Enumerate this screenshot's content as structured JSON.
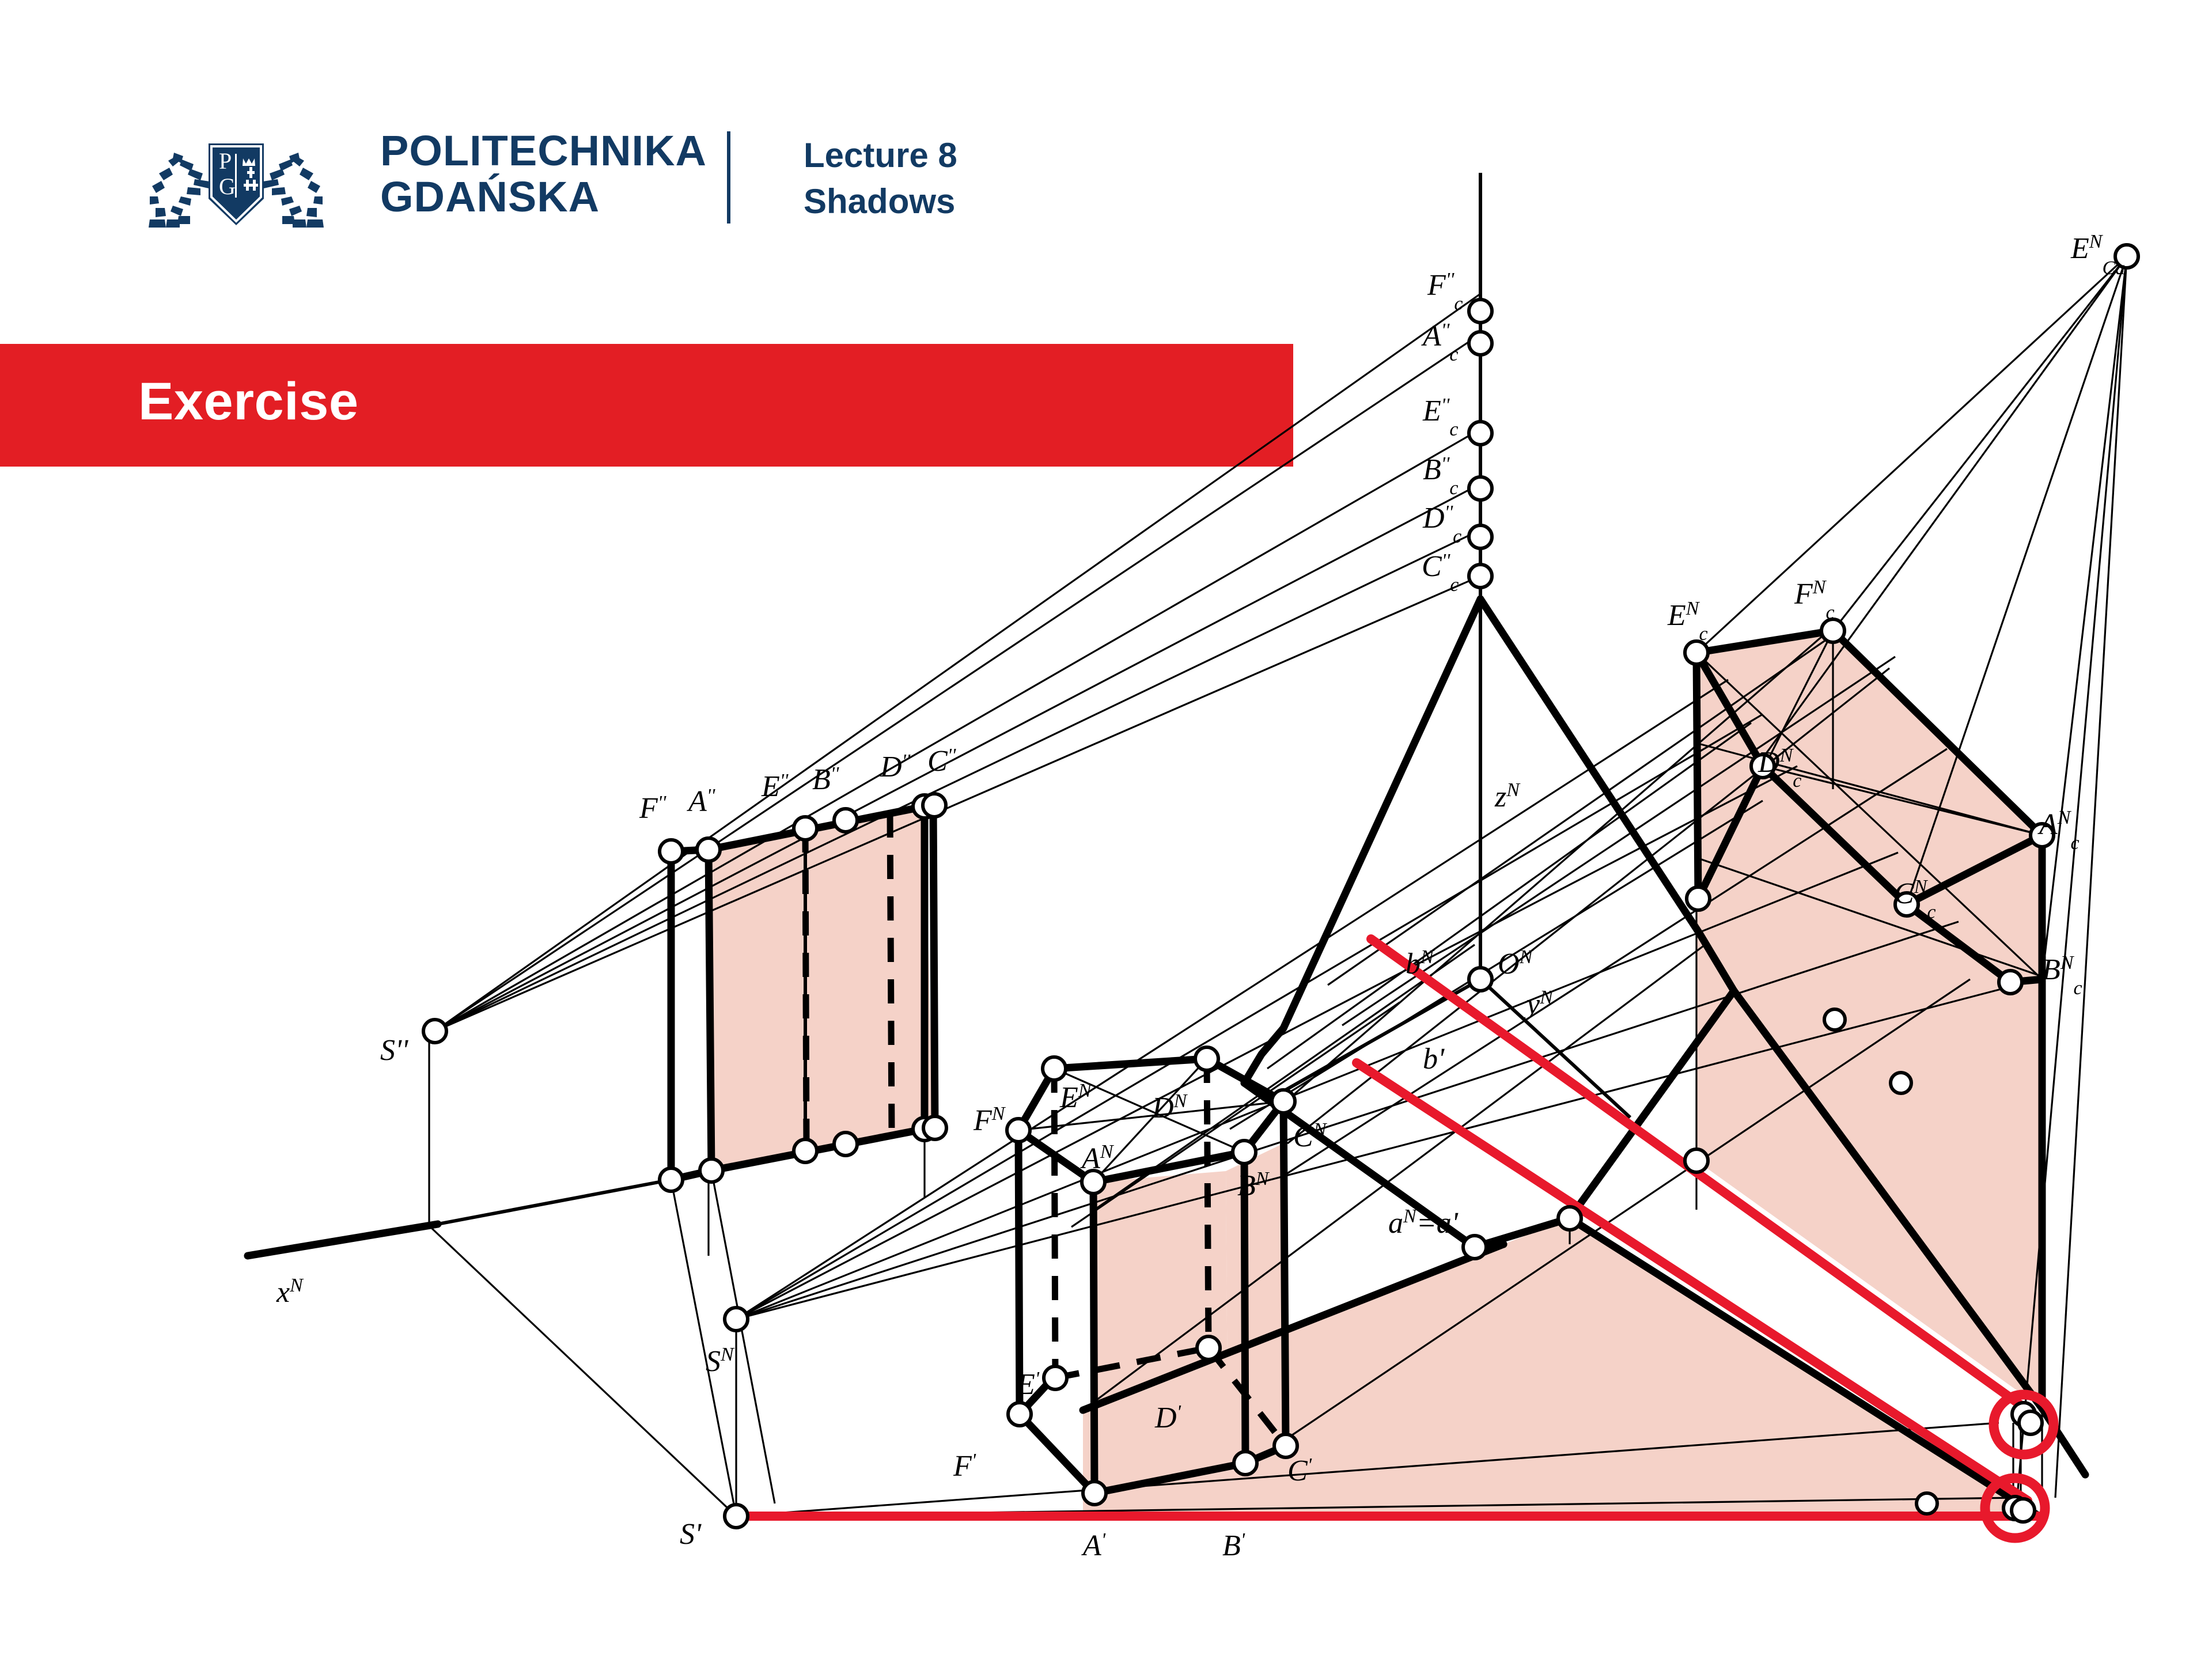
{
  "header": {
    "university_line1": "POLITECHNIKA",
    "university_line2": "GDAŃSKA",
    "logo_shield_letter_top": "P",
    "logo_shield_letter_bottom": "G",
    "lecture_line1": "Lecture 8",
    "lecture_line2": "Shadows",
    "brand_color": "#123a63"
  },
  "banner": {
    "title": "Exercise",
    "background_color": "#e31e24",
    "text_color": "#ffffff"
  },
  "drawing": {
    "fill_color": "#f5d2c8",
    "line_color": "#000000",
    "highlight_color": "#e8192c",
    "labels": {
      "axis_x": "x",
      "axis_x_sup": "N",
      "axis_y": "y",
      "axis_y_sup": "N",
      "axis_z": "z",
      "axis_z_sup": "N",
      "origin": "O",
      "origin_sup": "N",
      "line_bN": "b",
      "line_bN_sup": "N",
      "line_bp": "b'",
      "line_a": "a",
      "line_a_sup": "N",
      "line_a_eq": "=a'",
      "source_front": "S''",
      "source_axono": "S",
      "source_axono_sup": "N",
      "source_plan": "S'",
      "shadow_far": "E",
      "shadow_far_sup": "N",
      "shadow_far_sub": "Ca"
    },
    "vertical_axis_points": [
      {
        "base": "F",
        "prime": "''",
        "sub": "c"
      },
      {
        "base": "A",
        "prime": "''",
        "sub": "c"
      },
      {
        "base": "E",
        "prime": "''",
        "sub": "c"
      },
      {
        "base": "B",
        "prime": "''",
        "sub": "c"
      },
      {
        "base": "D",
        "prime": "''",
        "sub": "c"
      },
      {
        "base": "C",
        "prime": "''",
        "sub": "c"
      }
    ],
    "front_view_points": [
      {
        "base": "F",
        "prime": "''"
      },
      {
        "base": "A",
        "prime": "''"
      },
      {
        "base": "E",
        "prime": "''"
      },
      {
        "base": "B",
        "prime": "''"
      },
      {
        "base": "D",
        "prime": "''"
      },
      {
        "base": "C",
        "prime": "''"
      }
    ],
    "prism_top_points": [
      {
        "base": "F",
        "sup": "N"
      },
      {
        "base": "E",
        "sup": "N"
      },
      {
        "base": "D",
        "sup": "N"
      },
      {
        "base": "A",
        "sup": "N"
      },
      {
        "base": "B",
        "sup": "N"
      },
      {
        "base": "C",
        "sup": "N"
      }
    ],
    "prism_bottom_points": [
      {
        "base": "E",
        "prime": "'"
      },
      {
        "base": "D",
        "prime": "'"
      },
      {
        "base": "F",
        "prime": "'"
      },
      {
        "base": "C",
        "prime": "'"
      },
      {
        "base": "A",
        "prime": "'"
      },
      {
        "base": "B",
        "prime": "'"
      }
    ],
    "shadow_polygon_points": [
      {
        "base": "E",
        "sup": "N",
        "sub": "c"
      },
      {
        "base": "F",
        "sup": "N",
        "sub": "c"
      },
      {
        "base": "D",
        "sup": "N",
        "sub": "c"
      },
      {
        "base": "A",
        "sup": "N",
        "sub": "c"
      },
      {
        "base": "C",
        "sup": "N",
        "sub": "c"
      },
      {
        "base": "B",
        "sup": "N",
        "sub": "c"
      }
    ]
  }
}
